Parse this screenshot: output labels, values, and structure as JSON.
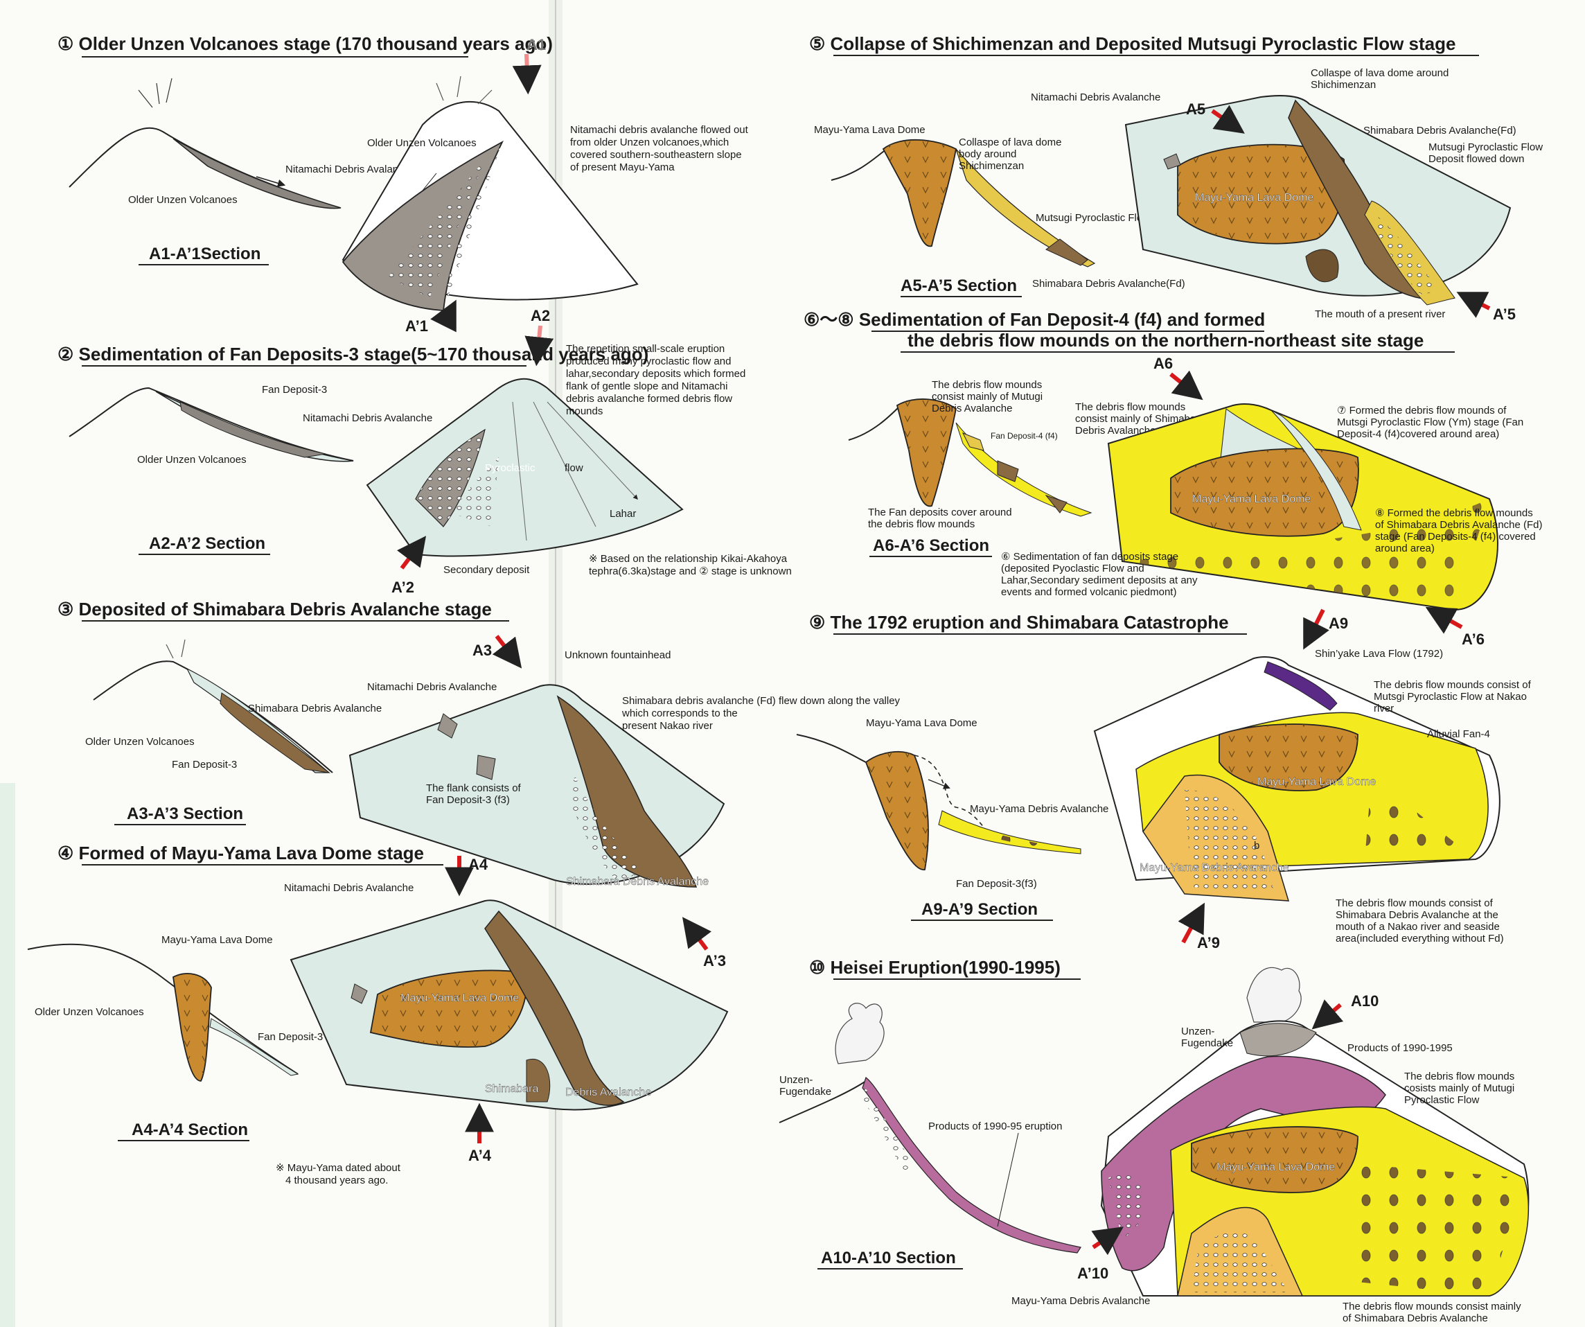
{
  "colors": {
    "page": "#fbfbf7",
    "lava_dome": "#c98a30",
    "debris_brown": "#8a6a42",
    "grey_avalanche": "#9b948c",
    "deposit_pale": "#dcebe5",
    "fan_yellow": "#f3ea1f",
    "pale_orange": "#f1c05a",
    "heisei_purple": "#b86c9e",
    "shinyake_violet": "#5a2a86",
    "arrow_red": "#d7191c",
    "arrow_pink": "#f08c8c"
  },
  "icons": [
    "arrow-icon",
    "volcano-icon"
  ],
  "stages": {
    "s1": {
      "title": "① Older Unzen Volcanoes stage (170 thousand years ago)",
      "section": "A1-A’1Section",
      "labels": {
        "older_volcanoes_profile": "Older Unzen Volcanoes",
        "nitamachi_profile": "Nitamachi Debris Avalanche",
        "older_volcanoes_map": "Older Unzen Volcanoes"
      },
      "markers": {
        "a": "A1",
        "b": "A’1"
      },
      "note": [
        "Nitamachi debris avalanche flowed out",
        "from older Unzen volcanoes,which",
        "covered  southern-southeastern slope",
        "of present Mayu-Yama"
      ]
    },
    "s2": {
      "title": "② Sedimentation of Fan Deposits-3 stage(5~170 thousand years ago)",
      "section": "A2-A’2 Section",
      "labels": {
        "fan3": "Fan Deposit-3",
        "nitamachi": "Nitamachi Debris Avalanche",
        "older": "Older Unzen Volcanoes",
        "pyroclastic": "Pyroclastic",
        "flow": "flow",
        "lahar": "Lahar",
        "secondary": "Secondary deposit"
      },
      "markers": {
        "a": "A2",
        "b": "A’2"
      },
      "note": [
        "The repetition small-scale eruption",
        "produced many pyroclastic flow and",
        "lahar,secondary deposits which formed",
        "flank of gentle slope and Nitamachi",
        "debris avalanche formed debris flow",
        "mounds"
      ],
      "footnote": [
        "※ Based on the relationship  Kikai-Akahoya",
        "tephra(6.3ka)stage and ② stage is unknown"
      ]
    },
    "s3": {
      "title": "③ Deposited of Shimabara Debris Avalanche stage",
      "section": "A3-A’3 Section",
      "labels": {
        "shimabara_profile": "Shimabara Debris Avalanche",
        "older": "Older Unzen Volcanoes",
        "fan3": "Fan Deposit-3",
        "nitamachi": "Nitamachi Debris Avalanche",
        "fountain": "Unknown fountainhead",
        "flank": [
          "The flank consists of",
          "Fan Deposit-3 (f3)"
        ],
        "shimabara_map": "Shimabara Debris Avalanche"
      },
      "markers": {
        "a": "A3",
        "b": "A’3"
      },
      "note": [
        "Shimabara debris avalanche (Fd)  flew down along the valley",
        "which corresponds to the",
        "present Nakao river"
      ]
    },
    "s4": {
      "title": "④ Formed of Mayu-Yama Lava Dome stage",
      "section": "A4-A’4 Section",
      "labels": {
        "nitamachi": "Nitamachi Debris Avalanche",
        "mayu_profile": "Mayu-Yama Lava Dome",
        "older": "Older Unzen Volcanoes",
        "fan3": "Fan Deposit-3",
        "dome": "Mayu-Yama Lava Dome",
        "shimabara": "Shimabara",
        "debris_av": "Debris Avalanche"
      },
      "markers": {
        "a": "A4",
        "b": "A’4"
      },
      "footnote": [
        "※ Mayu-Yama dated about",
        "4 thousand years ago."
      ]
    },
    "s5": {
      "title": "⑤ Collapse of Shichimenzan and Deposited Mutsugi Pyroclastic Flow stage",
      "section": "A5-A’5 Section",
      "labels": {
        "mayu_profile": "Mayu-Yama Lava Dome",
        "collapse_body": [
          "Collaspe of lava dome",
          "body around",
          "Shichimenzan"
        ],
        "mutsugi": "Mutsugi Pyroclastic Flow",
        "shimabara_profile": "Shimabara Debris Avalanche(Fd)",
        "nitamachi": "Nitamachi Debris Avalanche",
        "collapse_map": [
          "Collaspe of lava dome around",
          "Shichimenzan"
        ],
        "shimabara_map": "Shimabara Debris Avalanche(Fd)",
        "mutsugi_down": [
          "Mutsugi Pyroclastic Flow",
          "Deposit flowed down"
        ],
        "dome": "Mayu-Yama Lava Dome",
        "mouth": "The mouth of a present river"
      },
      "markers": {
        "a": "A5",
        "b": "A’5"
      }
    },
    "s6": {
      "title_line1": "⑥〜⑧ Sedimentation of Fan Deposit-4 (f4) and formed",
      "title_line2": "the debris flow mounds on the northern-northeast site stage",
      "section": "A6-A’6 Section",
      "labels": {
        "mounds_mutugi": [
          "The debris flow mounds",
          "consist mainly of Mutugi",
          "Debris Avalanche"
        ],
        "fan4": "Fan Deposit-4 (f4)",
        "mounds_shimabara": [
          "The debris flow mounds",
          "consist mainly of Shimabara",
          "Debris Avalanche"
        ],
        "fan_cover": [
          "The Fan deposits cover around",
          "the debris flow mounds"
        ],
        "dome": "Mayu-Yama Lava Dome",
        "note7": [
          "⑦ Formed the debris flow mounds of",
          "Mutsgi Pyroclastic  Flow (Ym) stage  (Fan",
          "Deposit-4 (f4)covered around area)"
        ],
        "note8": [
          "⑧ Formed the debris flow mounds",
          "of Shimabara Debris Avalanche (Fd)",
          "stage (Fan Deposits-4 (f4) covered",
          "around area)"
        ],
        "note6": [
          "⑥ Sedimentation of fan deposits stage",
          "(deposited Pyoclastic Flow and",
          "Lahar,Secondary sediment deposits at any",
          "events and formed volcanic piedmont)"
        ]
      },
      "markers": {
        "a": "A6",
        "b": "A’6"
      }
    },
    "s9": {
      "title": "⑨ The 1792 eruption and Shimabara Catastrophe",
      "section": "A9-A’9 Section",
      "labels": {
        "mayu_profile": "Mayu-Yama Lava Dome",
        "mayu_av_profile": "Mayu-Yama Debris Avalanche",
        "fan3": "Fan Deposit-3(f3)",
        "shinyake": "Shin’yake Lava Flow (1792)",
        "mounds_mutsgi": [
          "The debris flow mounds consist of",
          "Mutsgi Pyroclastic Flow at Nakao",
          "river"
        ],
        "alluvial": "Alluvial Fan-4",
        "dome": "Mayu-Yama Lava Dome",
        "mayu_av_map": "Mayu-Yama Debris Avaranche",
        "b_letter": "b",
        "mounds_shimabara": [
          "The debris flow mounds consist of",
          "Shimabara Debris Avalanche at the",
          "mouth of a Nakao river and seaside",
          "area(included everything without Fd)"
        ]
      },
      "markers": {
        "a": "A9",
        "b": "A’9"
      }
    },
    "s10": {
      "title": "⑩ Heisei Eruption(1990-1995)",
      "section": "A10-A’10 Section",
      "labels": {
        "fugendake_profile": [
          "Unzen-",
          "Fugendake"
        ],
        "products_profile": "Products of 1990-95 eruption",
        "fugendake_map": [
          "Unzen-",
          "Fugendake"
        ],
        "products_map": "Products of 1990-1995",
        "mounds_mutugi": [
          "The debris flow mounds",
          "cosists mainly of Mutugi",
          "Pyroclastic Flow"
        ],
        "dome": "Mayu-Yama Lava Dome",
        "mayu_av": "Mayu-Yama Debris Avalanche",
        "mounds_shimabara": [
          "The debris flow mounds consist mainly",
          "of Shimabara Debris Avalanche"
        ]
      },
      "markers": {
        "a": "A10",
        "b": "A’10"
      }
    }
  }
}
